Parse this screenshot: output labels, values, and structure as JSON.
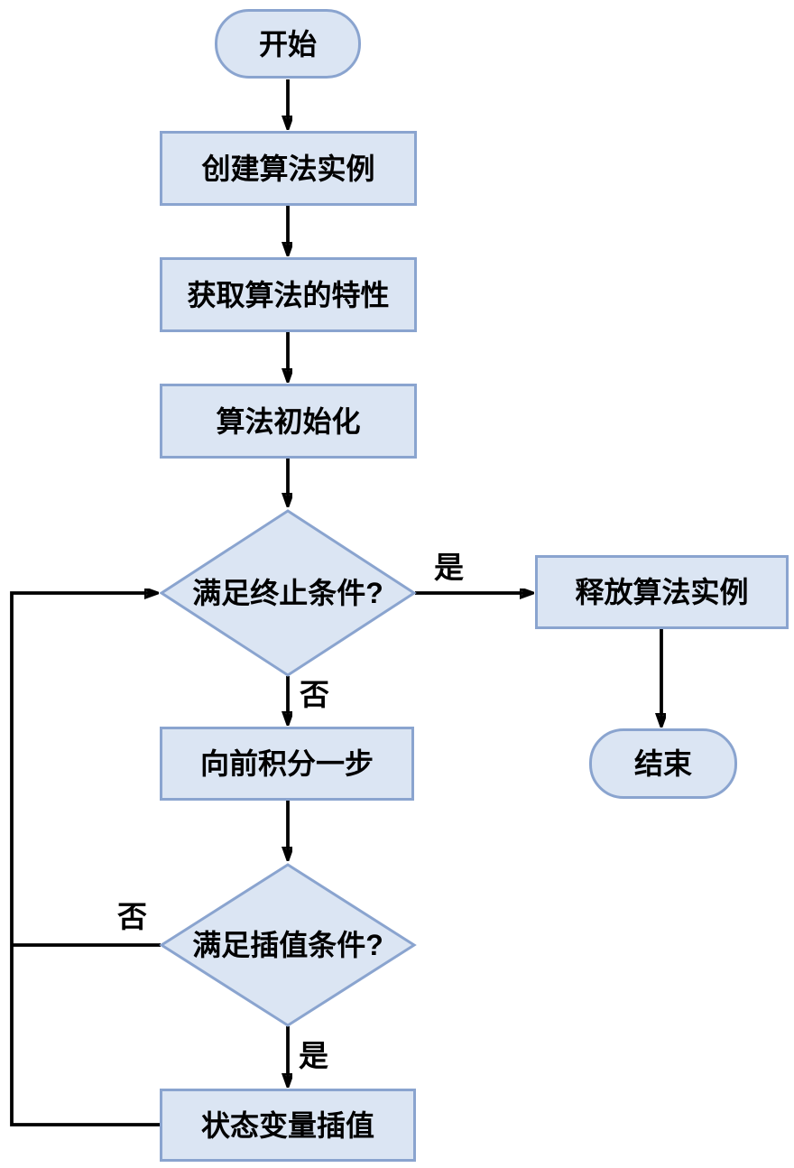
{
  "diagram": {
    "type": "flowchart",
    "nodes": [
      {
        "id": "start",
        "type": "terminator",
        "label": "开始"
      },
      {
        "id": "create",
        "type": "process",
        "label": "创建算法实例"
      },
      {
        "id": "get-traits",
        "type": "process",
        "label": "获取算法的特性"
      },
      {
        "id": "init",
        "type": "process",
        "label": "算法初始化"
      },
      {
        "id": "term-cond",
        "type": "decision",
        "label": "满足终止条件?"
      },
      {
        "id": "release",
        "type": "process",
        "label": "释放算法实例"
      },
      {
        "id": "end",
        "type": "terminator",
        "label": "结束"
      },
      {
        "id": "step-forward",
        "type": "process",
        "label": "向前积分一步"
      },
      {
        "id": "interp-cond",
        "type": "decision",
        "label": "满足插值条件?"
      },
      {
        "id": "interp",
        "type": "process",
        "label": "状态变量插值"
      }
    ],
    "edge_labels": {
      "yes": "是",
      "no": "否"
    },
    "edges": [
      {
        "from": "start",
        "to": "create",
        "label": ""
      },
      {
        "from": "create",
        "to": "get-traits",
        "label": ""
      },
      {
        "from": "get-traits",
        "to": "init",
        "label": ""
      },
      {
        "from": "init",
        "to": "term-cond",
        "label": ""
      },
      {
        "from": "term-cond",
        "to": "release",
        "label": "是"
      },
      {
        "from": "release",
        "to": "end",
        "label": ""
      },
      {
        "from": "term-cond",
        "to": "step-forward",
        "label": "否"
      },
      {
        "from": "step-forward",
        "to": "interp-cond",
        "label": ""
      },
      {
        "from": "interp-cond",
        "to": "interp",
        "label": "是"
      },
      {
        "from": "interp-cond",
        "to": "term-cond",
        "label": "否"
      },
      {
        "from": "interp",
        "to": "term-cond",
        "label": ""
      }
    ],
    "colors": {
      "node_fill": "#dbe5f3",
      "node_border": "#8aa4cf",
      "line": "#000000",
      "text": "#000000",
      "background": "#ffffff"
    }
  }
}
